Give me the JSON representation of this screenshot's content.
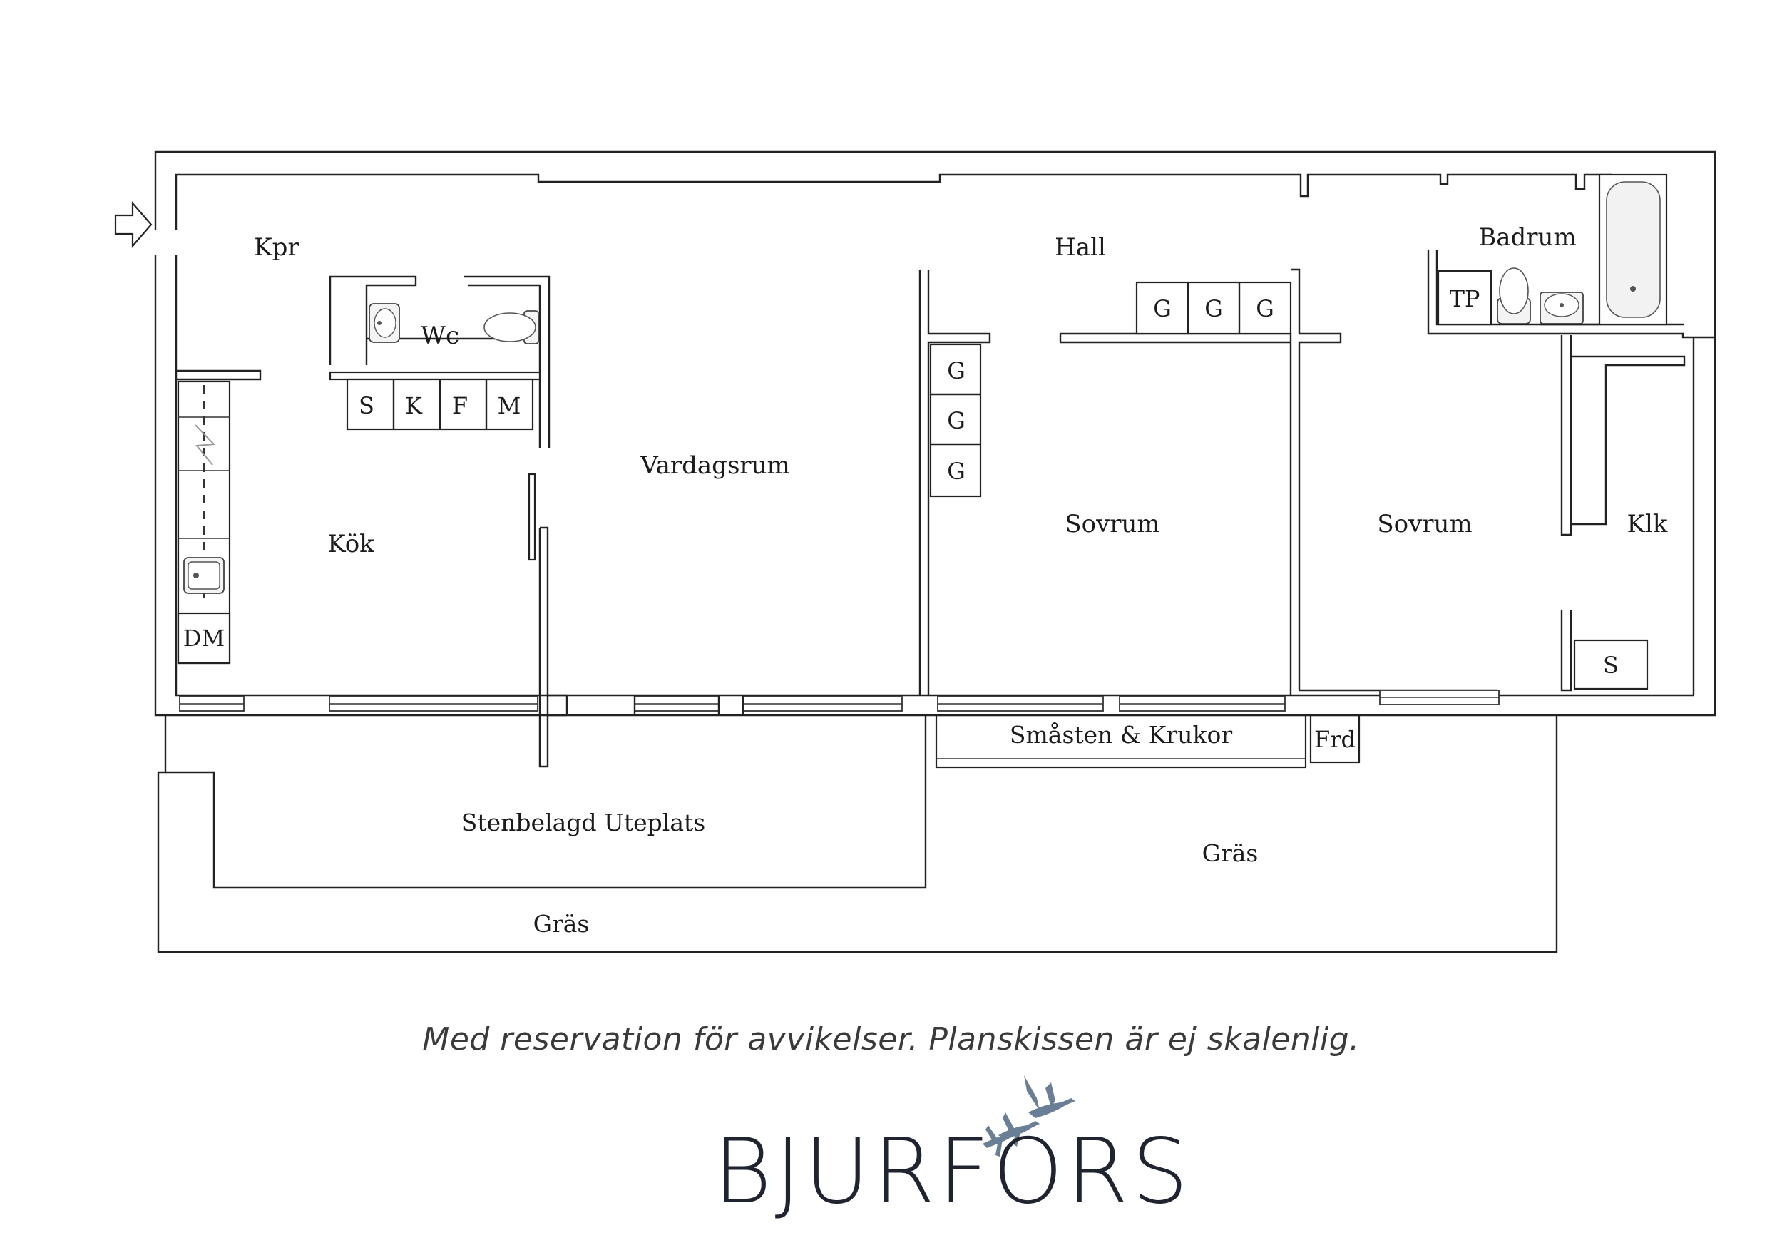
{
  "rooms": {
    "kpr": "Kpr",
    "wc": "Wc",
    "hall": "Hall",
    "badrum": "Badrum",
    "vardagsrum": "Vardagsrum",
    "kok": "Kök",
    "sovrum_1": "Sovrum",
    "sovrum_2": "Sovrum",
    "klk": "Klk"
  },
  "cabinets": {
    "wc_row": [
      "S",
      "K",
      "F",
      "M"
    ],
    "hall_row": [
      "G",
      "G",
      "G"
    ],
    "sovrum_column": [
      "G",
      "G",
      "G"
    ],
    "tp": "TP",
    "dm": "DM",
    "klk_s": "S",
    "frd": "Frd"
  },
  "outdoor": {
    "smasten": "Småsten & Krukor",
    "uteplats": "Stenbelagd Uteplats",
    "gras_right": "Gräs",
    "gras_bottom": "Gräs"
  },
  "footer": {
    "disclaimer": "Med reservation för avvikelser. Planskissen är ej skalenlig.",
    "brand": "BJURFORS"
  },
  "icons": {
    "entrance": "arrow-right-icon",
    "logo": "flying-geese-icon"
  },
  "colors": {
    "wall": "#222222",
    "logo_birds": "#6a7f95",
    "brand_text": "#1f2430"
  }
}
